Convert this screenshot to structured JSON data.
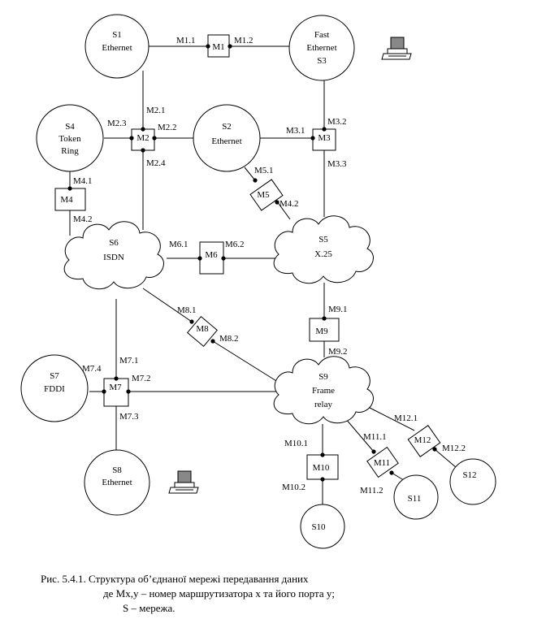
{
  "networks": {
    "s1": [
      "S1",
      "Ethernet"
    ],
    "s2": [
      "S2",
      "Ethernet"
    ],
    "s3": [
      "Fast",
      "Ethernet",
      "S3"
    ],
    "s4": [
      "S4",
      "Token",
      "Ring"
    ],
    "s5": [
      "S5",
      "X.25"
    ],
    "s6": [
      "S6",
      "ISDN"
    ],
    "s7": [
      "S7",
      "FDDI"
    ],
    "s8": [
      "S8",
      "Ethernet"
    ],
    "s9": [
      "S9",
      "Frame",
      "relay"
    ],
    "s10": [
      "S10"
    ],
    "s11": [
      "S11"
    ],
    "s12": [
      "S12"
    ]
  },
  "routers": {
    "m1": "M1",
    "m2": "M2",
    "m3": "M3",
    "m4": "M4",
    "m5": "M5",
    "m6": "M6",
    "m7": "M7",
    "m8": "M8",
    "m9": "M9",
    "m10": "M10",
    "m11": "M11",
    "m12": "M12"
  },
  "ports": {
    "m1_1": "M1.1",
    "m1_2": "M1.2",
    "m2_1": "M2.1",
    "m2_2": "M2.2",
    "m2_3": "M2.3",
    "m2_4": "M2.4",
    "m3_1": "M3.1",
    "m3_2": "M3.2",
    "m3_3": "M3.3",
    "m4_1": "M4.1",
    "m4_2": "M4.2",
    "m5_1": "M5.1",
    "m5_2": "M4.2",
    "m6_1": "M6.1",
    "m6_2": "M6.2",
    "m7_1": "M7.1",
    "m7_2": "M7.2",
    "m7_3": "M7.3",
    "m7_4": "M7.4",
    "m8_1": "M8.1",
    "m8_2": "M8.2",
    "m9_1": "M9.1",
    "m9_2": "M9.2",
    "m10_1": "M10.1",
    "m10_2": "M10.2",
    "m11_1": "M11.1",
    "m11_2": "M11.2",
    "m12_1": "M12.1",
    "m12_2": "M12.2"
  },
  "caption": {
    "line1": "Рис. 5.4.1. Структура об’єднаної мережі передавання даних",
    "line2": "де  Mx,y – номер маршрутизатора x та його порта y;",
    "line3": "S – мережа."
  },
  "icons": [
    "computer-icon",
    "computer-icon"
  ]
}
